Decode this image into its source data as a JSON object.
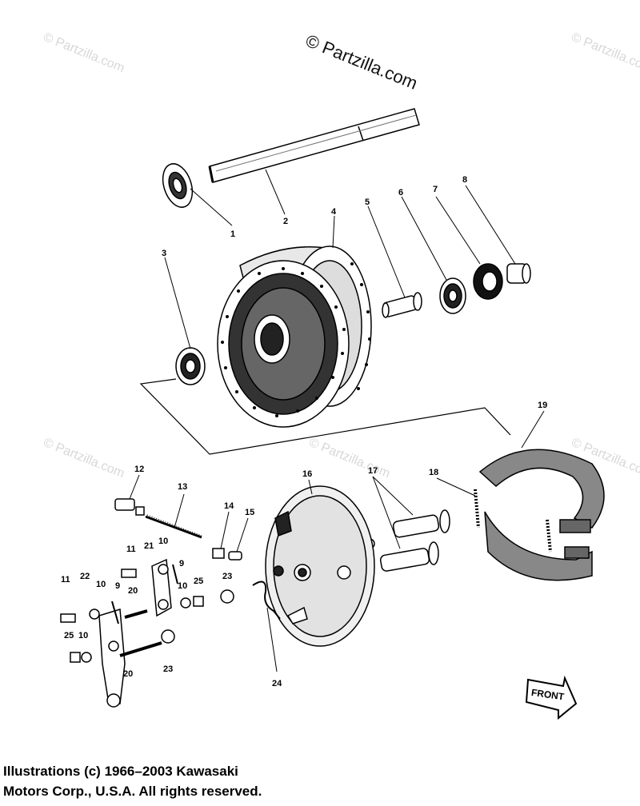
{
  "watermark": {
    "main": "© Partzilla.com",
    "faint": "© Partzilla.com"
  },
  "callouts": {
    "c1": "1",
    "c2": "2",
    "c3": "3",
    "c4": "4",
    "c5": "5",
    "c6": "6",
    "c7": "7",
    "c8": "8",
    "c9a": "9",
    "c9b": "9",
    "c10a": "10",
    "c10b": "10",
    "c10c": "10",
    "c10d": "10",
    "c11a": "11",
    "c11b": "11",
    "c12": "12",
    "c13": "13",
    "c14": "14",
    "c15": "15",
    "c16": "16",
    "c17": "17",
    "c18": "18",
    "c19": "19",
    "c20a": "20",
    "c20b": "20",
    "c21": "21",
    "c22": "22",
    "c23a": "23",
    "c23b": "23",
    "c24": "24",
    "c25a": "25",
    "c25b": "25"
  },
  "front_label": "FRONT",
  "copyright": {
    "line1": "Illustrations (c) 1966–2003 Kawasaki",
    "line2": "Motors Corp., U.S.A.  All rights reserved."
  }
}
